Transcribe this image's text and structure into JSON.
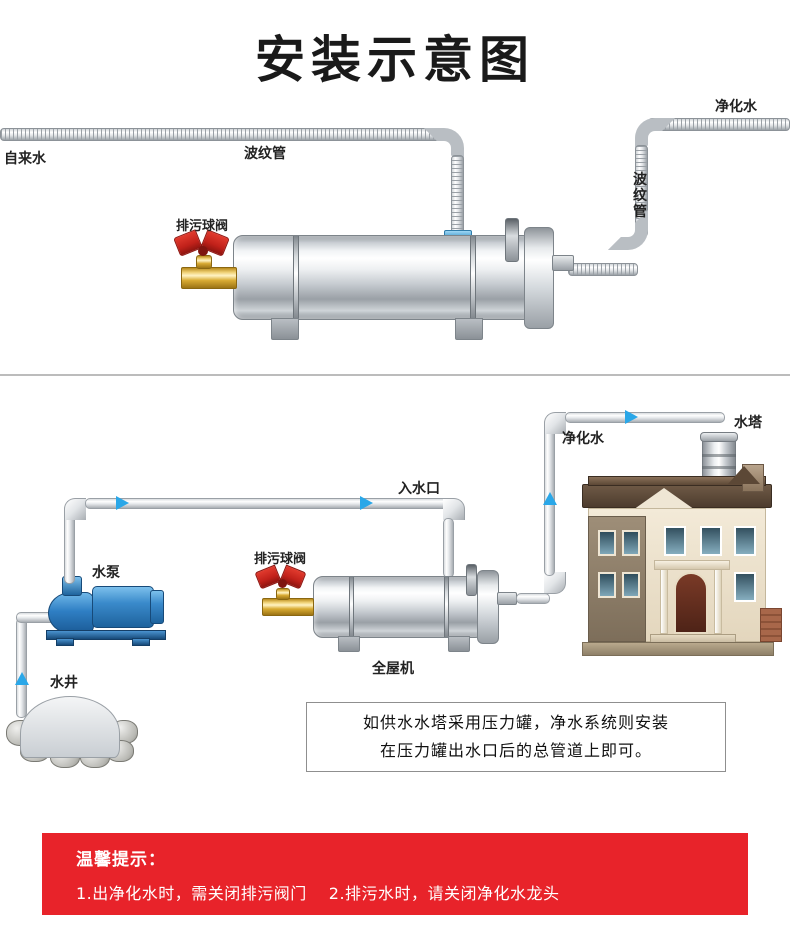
{
  "page": {
    "title": "安装示意图"
  },
  "diagram_top": {
    "label_tap_water": "自来水",
    "label_corrugated_pipe": "波纹管",
    "label_drain_ball_valve": "排污球阀",
    "label_purified_water": "净化水",
    "label_corrugated_pipe_vertical": "波纹管"
  },
  "diagram_bottom": {
    "label_water_pump": "水泵",
    "label_well": "水井",
    "label_inlet": "入水口",
    "label_drain_ball_valve": "排污球阀",
    "label_whole_house_machine": "全屋机",
    "label_purified_water": "净化水",
    "label_water_tower": "水塔"
  },
  "note_box": {
    "line1": "如供水水塔采用压力罐，净水系统则安装",
    "line2": "在压力罐出水口后的总管道上即可。"
  },
  "banner": {
    "title": "温馨提示：",
    "item1": "1.出净化水时，需关闭排污阀门",
    "item2": "2.排污水时，请关闭净化水龙头"
  },
  "colors": {
    "banner_bg": "#e8232a",
    "arrow": "#2aa7e8",
    "valve_handle": "#c1211a",
    "brass": "#d9ab33",
    "pump": "#2f7fc4"
  }
}
